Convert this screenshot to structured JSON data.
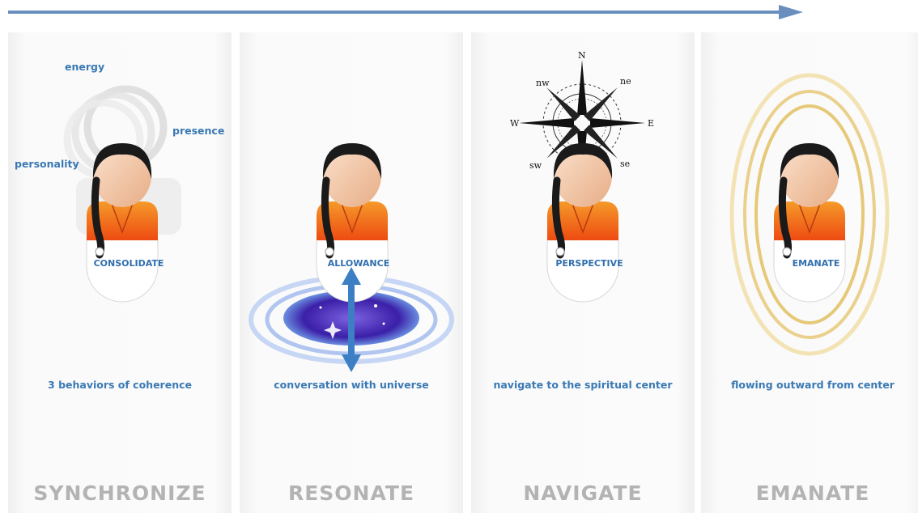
{
  "stages": [
    {
      "title": "SYNCHRONIZE",
      "figure_label": "CONSOLIDATE",
      "caption": "3 behaviors of coherence",
      "behaviors": [
        "energy",
        "presence",
        "personality"
      ]
    },
    {
      "title": "RESONATE",
      "figure_label": "ALLOWANCE",
      "caption": "conversation with  universe"
    },
    {
      "title": "NAVIGATE",
      "figure_label": "PERSPECTIVE",
      "caption": "navigate to the spiritual center",
      "compass": [
        "N",
        "ne",
        "E",
        "se",
        "sw",
        "W",
        "nw"
      ]
    },
    {
      "title": "EMANATE",
      "figure_label": "EMANATE",
      "caption": "flowing outward from center"
    }
  ],
  "colors": {
    "arrow": "#6a8fbf",
    "caption": "#3a79b4",
    "title": "#b3b3b3",
    "shirt": "#f06a18",
    "skin": "#f2c5a4",
    "hair": "#1a1a1a",
    "ripple": "#5a3fc7",
    "glow": "#e8cf8a"
  }
}
